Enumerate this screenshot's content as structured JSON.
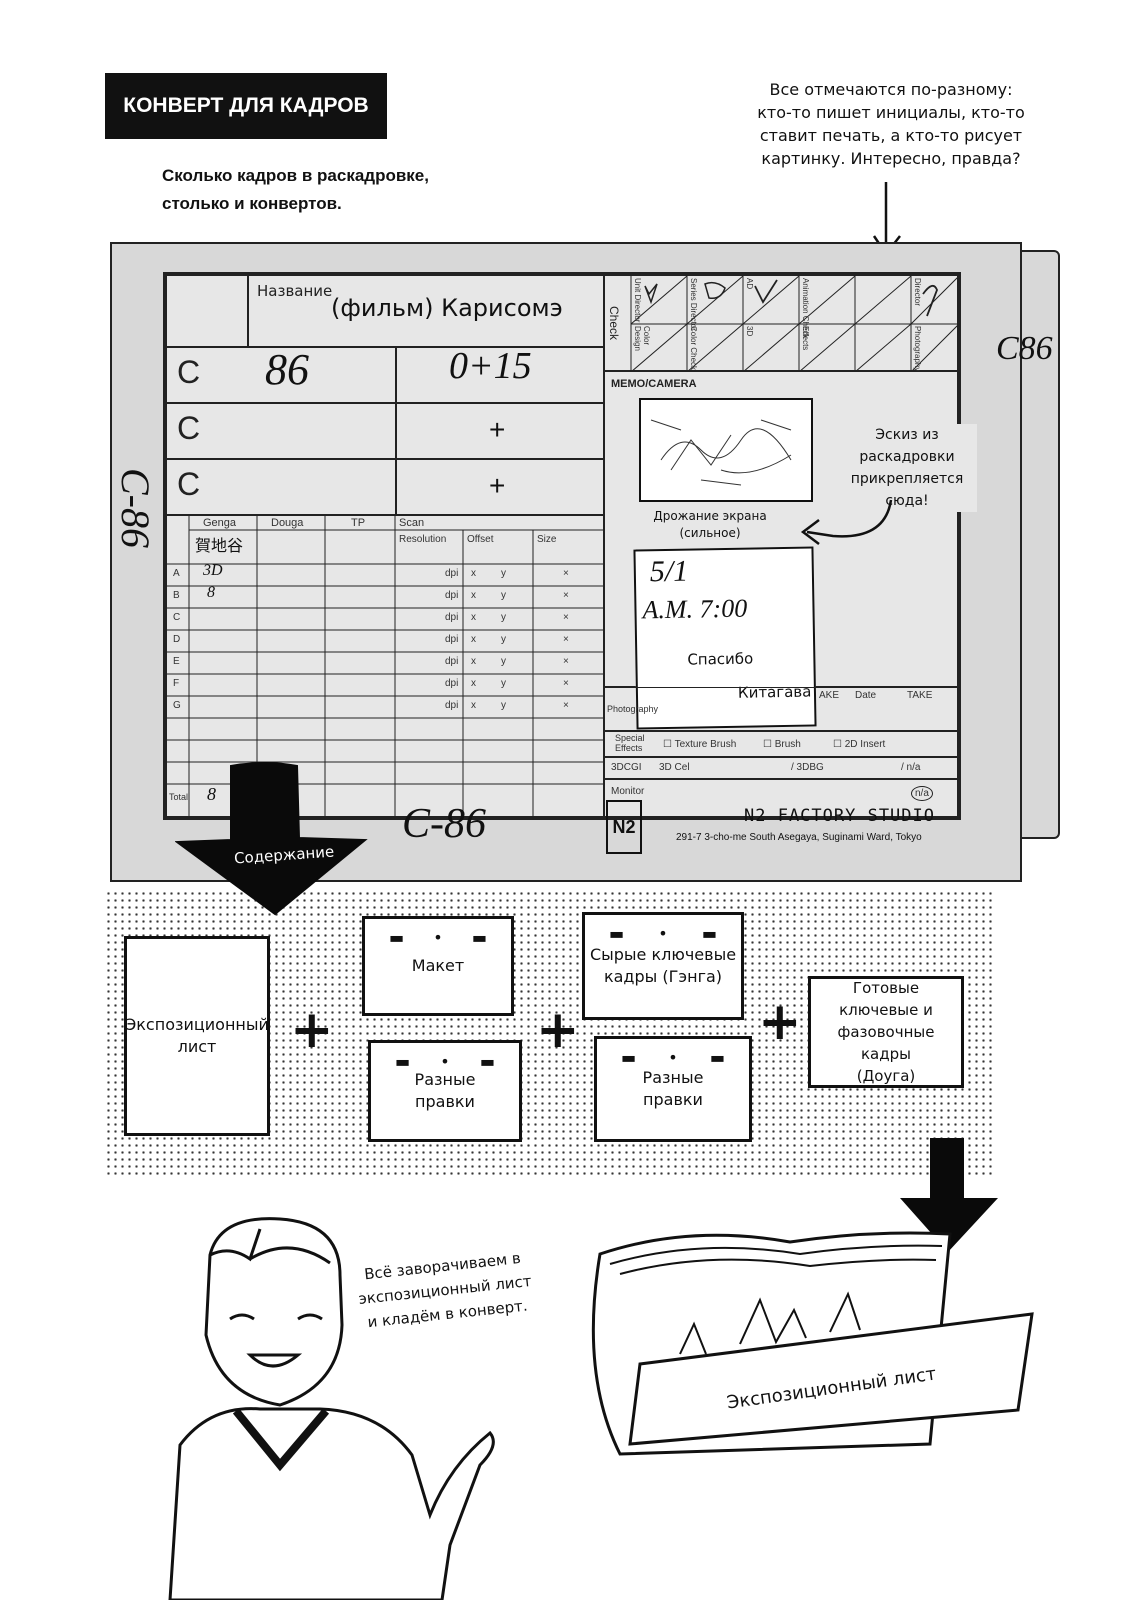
{
  "header": {
    "title": "КОНВЕРТ ДЛЯ КАДРОВ",
    "subtitle": [
      "Сколько кадров в раскадровке,",
      "столько и конвертов."
    ],
    "top_note": [
      "Все отмечаются по-разному:",
      "кто-то пишет инициалы, кто-то",
      "ставит печать, а кто-то рисует",
      "картинку. Интересно, правда?"
    ]
  },
  "envelope": {
    "title_label": "Название",
    "title_value": "(фильм) Карисомэ",
    "cut_rows": [
      {
        "prefix": "C",
        "cut": "86",
        "time": "0+15"
      },
      {
        "prefix": "C",
        "cut": "",
        "time": "+"
      },
      {
        "prefix": "C",
        "cut": "",
        "time": "+"
      }
    ],
    "check_label": "Check",
    "check_columns": [
      "Unit Director",
      "Color Design",
      "Series Director",
      "Color Check",
      "AD",
      "3D",
      "Animation Check",
      "Effects",
      "Director",
      "Photography"
    ],
    "memo_label": "MEMO/CAMERA",
    "sketch_caption": [
      "Дрожание экрана",
      "(сильное)"
    ],
    "sketch_note": [
      "Эскиз из",
      "раскадровки",
      "прикрепляется сюда!"
    ],
    "sticky": {
      "date": "5/1",
      "time": "A.M. 7:00",
      "thanks": "Спасибо",
      "name": "Китагава"
    },
    "table_headers": [
      "Genga",
      "Douga",
      "TP",
      "Scan"
    ],
    "scan_subheaders": [
      "Resolution",
      "Offset",
      "Size"
    ],
    "rows": [
      "A",
      "B",
      "C",
      "D",
      "E",
      "F",
      "G"
    ],
    "dpi": "dpi",
    "x": "x",
    "y": "y",
    "times": "×",
    "genga_marks": [
      "3D",
      "8"
    ],
    "total_label": "Total",
    "total_value": "8",
    "photo_label": "Photography",
    "take_labels": [
      "AKE",
      "Date",
      "TAKE"
    ],
    "special_label": [
      "Special",
      "Effects"
    ],
    "special_opts": [
      "Texture Brush",
      "Brush",
      "2D Insert"
    ],
    "dcgi_label": "3DCGI",
    "dcgi_opts": [
      "3D Cel",
      "/ 3DBG",
      "/ n/a"
    ],
    "monitor_label": "Monitor",
    "monitor_value": "n/a",
    "side_mark_left": "C-86",
    "side_mark_right": "C86",
    "bottom_mark": "C-86",
    "studio_logo": "N2",
    "studio_name": "N2 FACTORY STUDIO",
    "studio_address": "291-7 3-cho-me South Asegaya, Suginami Ward, Tokyo"
  },
  "contents": {
    "arrow_label": "Содержание",
    "cards": {
      "sheet": [
        "Экспозиционный",
        "лист"
      ],
      "layout": "Макет",
      "layout_fixes": [
        "Разные",
        "правки"
      ],
      "genga": [
        "Сырые ключевые",
        "кадры (Гэнга)"
      ],
      "genga_fixes": [
        "Разные",
        "правки"
      ],
      "douga": [
        "Готовые ключевые и",
        "фазовочные кадры",
        "(Доуга)"
      ]
    }
  },
  "bottom": {
    "speech": [
      "Всё заворачиваем в",
      "экспозиционный лист",
      "и кладём в конверт."
    ],
    "folder_label": "Экспозиционный лист"
  }
}
